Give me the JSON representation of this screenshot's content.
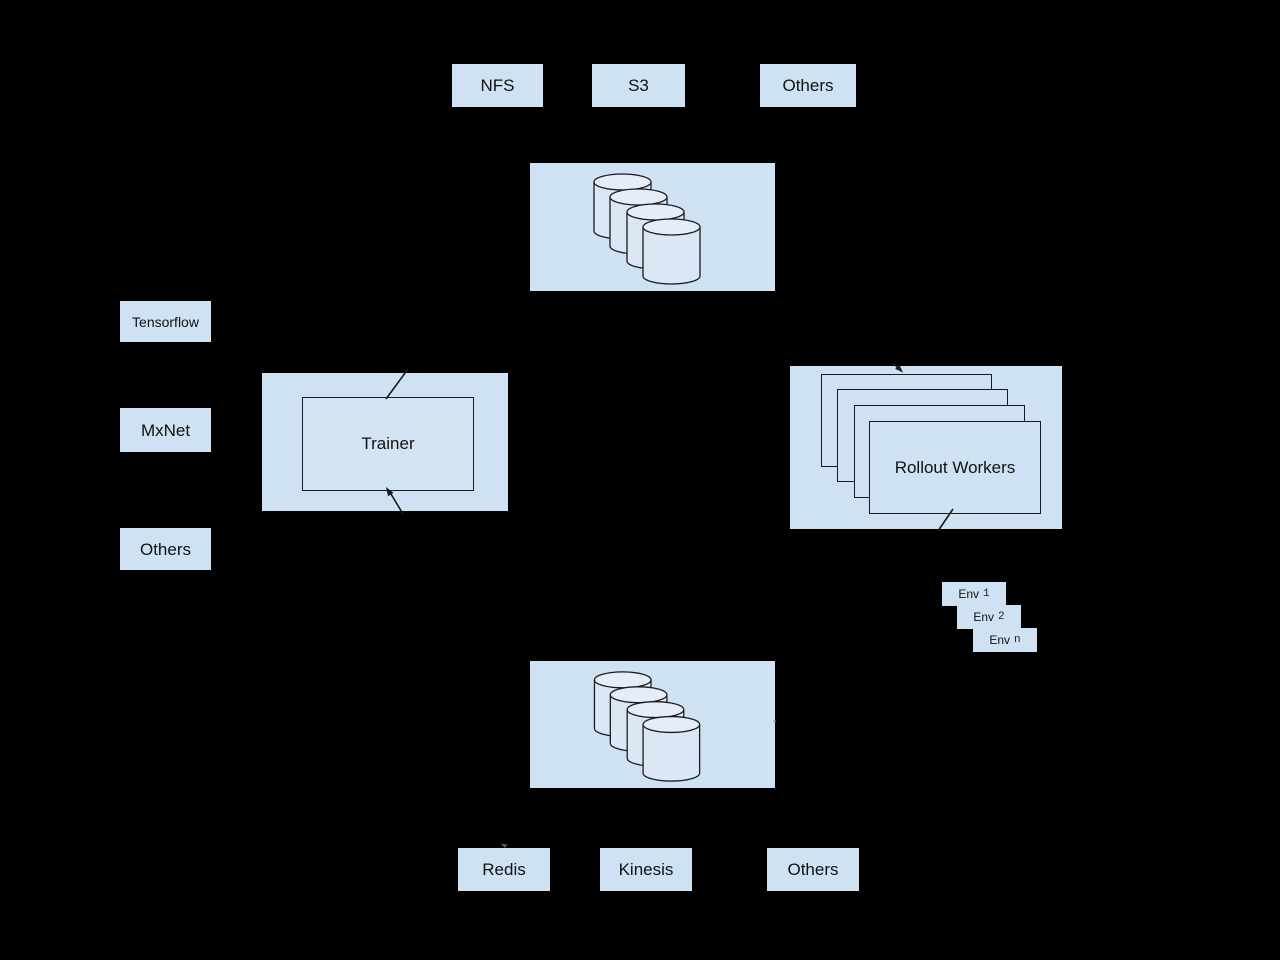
{
  "colors": {
    "background": "#000000",
    "box_fill": "#cfe2f3",
    "cylinder_body_fill": "#dbe7f4",
    "cylinder_top_fill": "#e5edf8",
    "line_color": "#1a1a1a",
    "text_color": "#111111"
  },
  "top_row": {
    "items": [
      {
        "label": "NFS"
      },
      {
        "label": "S3"
      },
      {
        "label": "Others"
      }
    ]
  },
  "datastore_top": {
    "icon": "database-cylinders-icon",
    "cylinder_count": 4
  },
  "frameworks": {
    "items": [
      {
        "label": "Tensorflow"
      },
      {
        "label": "MxNet"
      },
      {
        "label": "Others"
      }
    ]
  },
  "trainer": {
    "label": "Trainer"
  },
  "rollout_workers": {
    "label": "Rollout Workers",
    "card_count": 4
  },
  "environments": {
    "items": [
      {
        "prefix": "Env",
        "suffix": "1"
      },
      {
        "prefix": "Env",
        "suffix": "2"
      },
      {
        "prefix": "Env",
        "suffix": "n"
      }
    ]
  },
  "datastore_bottom": {
    "icon": "database-cylinders-icon",
    "cylinder_count": 4
  },
  "bottom_row": {
    "items": [
      {
        "label": "Redis"
      },
      {
        "label": "Kinesis"
      },
      {
        "label": "Others"
      }
    ]
  }
}
